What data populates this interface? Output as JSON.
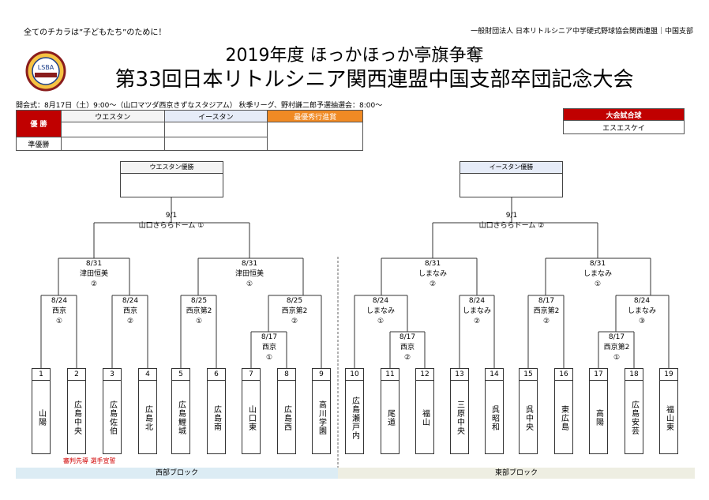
{
  "header": {
    "slogan": "全てのチカラは”子どもたち”のために！",
    "organization": "一般財団法人 日本リトルシニア中学硬式野球協会関西連盟｜中国支部",
    "title_line1": "2019年度 ほっかほっか亭旗争奪",
    "title_line2": "第33回日本リトルシニア関西連盟中国支部卒団記念大会",
    "logo_text": "LSBA",
    "opening": "開会式：8月17日（土）9:00～（山口マツダ西京きずなスタジアム） 秋季リーグ、野村謙二郎予選抽選会：8:00～"
  },
  "results": {
    "col_west": "ウエスタン",
    "col_east": "イースタン",
    "col_mvp": "最優秀行進賞",
    "row_win": "優 勝",
    "row_runner": "準優勝",
    "ball_title": "大会試合球",
    "ball_value": "エスエスケイ"
  },
  "boxes": {
    "west_champion": "ウエスタン優勝",
    "east_champion": "イースタン優勝"
  },
  "matches": {
    "west_final": {
      "date": "9/1",
      "venue": "山口きららドーム ①"
    },
    "east_final": {
      "date": "9/1",
      "venue": "山口きららドーム ②"
    },
    "w_semi1": {
      "date": "8/31",
      "venue": "津田恒美",
      "no": "②"
    },
    "w_semi2": {
      "date": "8/31",
      "venue": "津田恒美",
      "no": "①"
    },
    "e_semi1": {
      "date": "8/31",
      "venue": "しまなみ",
      "no": "②"
    },
    "e_semi2": {
      "date": "8/31",
      "venue": "しまなみ",
      "no": "①"
    },
    "w_q1": {
      "date": "8/24",
      "venue": "西京",
      "no": "①"
    },
    "w_q2": {
      "date": "8/24",
      "venue": "西京",
      "no": "②"
    },
    "w_q3": {
      "date": "8/25",
      "venue": "西京第2",
      "no": "①"
    },
    "w_q4": {
      "date": "8/25",
      "venue": "西京第2",
      "no": "②"
    },
    "w_r1": {
      "date": "8/17",
      "venue": "西京",
      "no": "①"
    },
    "e_q1": {
      "date": "8/24",
      "venue": "しまなみ",
      "no": "①"
    },
    "e_q2": {
      "date": "8/24",
      "venue": "しまなみ",
      "no": "②"
    },
    "e_q3": {
      "date": "8/17",
      "venue": "西京第2",
      "no": "②"
    },
    "e_q4": {
      "date": "8/24",
      "venue": "しまなみ",
      "no": "③"
    },
    "e_r1": {
      "date": "8/17",
      "venue": "西京",
      "no": "②"
    },
    "e_r2": {
      "date": "8/17",
      "venue": "西京第2",
      "no": "①"
    }
  },
  "teams": [
    {
      "num": "1",
      "name": "山陽"
    },
    {
      "num": "2",
      "name": "広島中央"
    },
    {
      "num": "3",
      "name": "広島佐伯"
    },
    {
      "num": "4",
      "name": "広島北"
    },
    {
      "num": "5",
      "name": "広島鯉城"
    },
    {
      "num": "6",
      "name": "広島南"
    },
    {
      "num": "7",
      "name": "山口東"
    },
    {
      "num": "8",
      "name": "広島西"
    },
    {
      "num": "9",
      "name": "高川学園"
    },
    {
      "num": "10",
      "name": "広島瀬戸内"
    },
    {
      "num": "11",
      "name": "尾道"
    },
    {
      "num": "12",
      "name": "福山"
    },
    {
      "num": "13",
      "name": "三原中央"
    },
    {
      "num": "14",
      "name": "呉昭和"
    },
    {
      "num": "15",
      "name": "呉中央"
    },
    {
      "num": "16",
      "name": "東広島"
    },
    {
      "num": "17",
      "name": "高陽"
    },
    {
      "num": "18",
      "name": "広島安芸"
    },
    {
      "num": "19",
      "name": "福山東"
    }
  ],
  "note": "審判先導 選手宣誓",
  "blocks": {
    "west": "西部ブロック",
    "east": "東部ブロック"
  },
  "colors": {
    "red": "#c00000",
    "orange": "#f08a24",
    "west_bar": "#dcecf4",
    "east_bar": "#eeeee2"
  }
}
